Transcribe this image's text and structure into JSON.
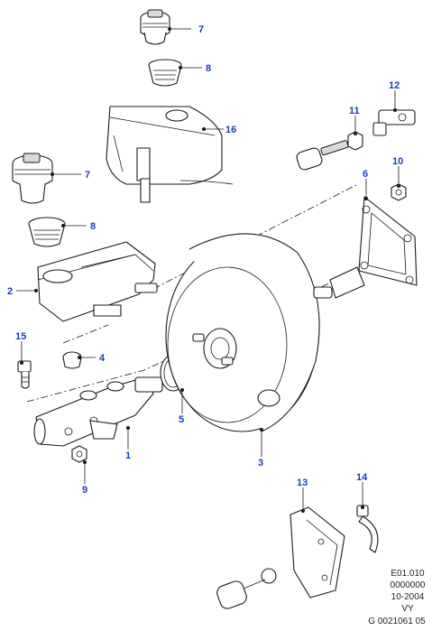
{
  "callouts": {
    "c1": "1",
    "c2": "2",
    "c3": "3",
    "c4": "4",
    "c5": "5",
    "c6": "6",
    "c7a": "7",
    "c7b": "7",
    "c8a": "8",
    "c8b": "8",
    "c9": "9",
    "c10": "10",
    "c11": "11",
    "c12": "12",
    "c13": "13",
    "c14": "14",
    "c15": "15",
    "c16": "16"
  },
  "reference": {
    "line1": "E01.010",
    "line2": "0000000",
    "line3": "10-2004",
    "line4": "VY",
    "line5": "G 0021061 05"
  },
  "colors": {
    "callout": "#1a3fb4",
    "line": "#1a1a1a"
  }
}
